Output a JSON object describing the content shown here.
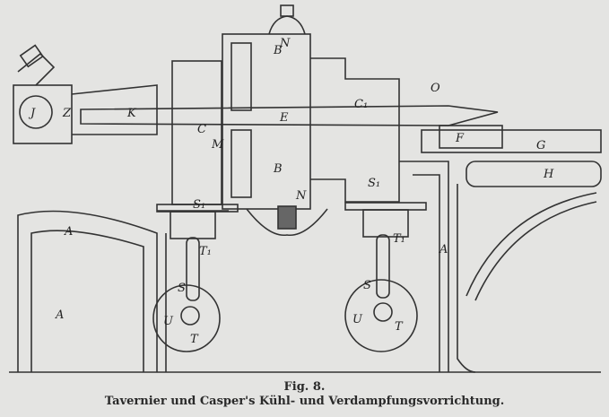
{
  "figure": {
    "number": "Fig. 8.",
    "caption": "Tavernier und Casper's Kühl- und Verdampfungsvorrichtung.",
    "labels": {
      "A1": "A",
      "A2": "A",
      "A3": "A",
      "B1": "B",
      "B2": "B",
      "C": "C",
      "C1": "C₁",
      "E": "E",
      "F": "F",
      "G": "G",
      "H": "H",
      "J": "J",
      "Z": "Z",
      "K": "K",
      "M": "M",
      "N1": "N",
      "N2": "N",
      "O": "O",
      "S1a": "S₁",
      "S1b": "S₁",
      "T1a": "T₁",
      "T1b": "T₁",
      "Sa": "S",
      "Sb": "S",
      "Ua": "U",
      "Ub": "U",
      "Ta": "T",
      "Tb": "T"
    }
  }
}
